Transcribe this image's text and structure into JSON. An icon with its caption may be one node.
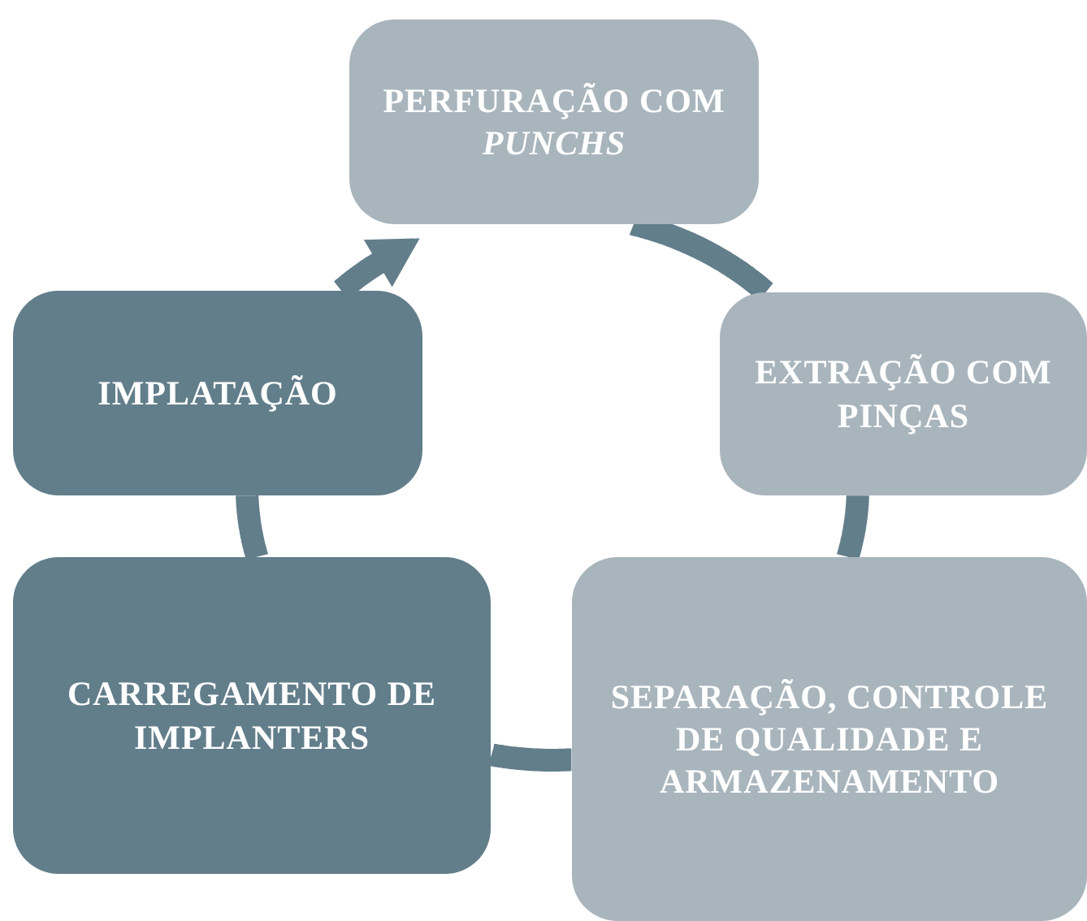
{
  "diagram": {
    "nodes": [
      {
        "text": [
          "PERFURAÇÃO COM *PUNCHS*"
        ]
      },
      {
        "text": [
          "EXTRAÇÃO COM PINÇAS"
        ]
      },
      {
        "text": [
          "SEPARAÇÃO, CONTROLE DE QUALIDADE E ARMAZENAMENTO"
        ]
      },
      {
        "text": [
          "CARREGAMENTO DE IMPLANTERS"
        ]
      },
      {
        "text": [
          "IMPLATAÇÃO"
        ]
      }
    ],
    "edges": [
      {
        "from": 0,
        "to": 1,
        "arrow": "none"
      },
      {
        "from": 1,
        "to": 2,
        "arrow": "none"
      },
      {
        "from": 2,
        "to": 3,
        "arrow": "none"
      },
      {
        "from": 3,
        "to": 4,
        "arrow": "none"
      },
      {
        "from": 4,
        "to": 0,
        "arrow": "to"
      }
    ]
  }
}
